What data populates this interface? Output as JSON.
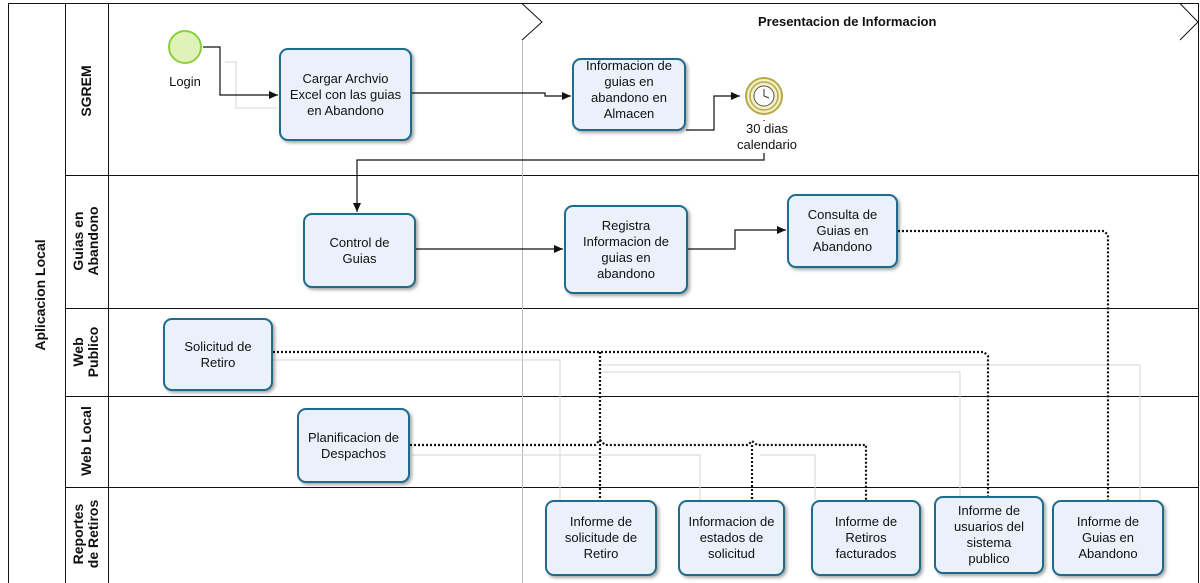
{
  "pool": {
    "label": "Aplicacion Local"
  },
  "lanes": [
    {
      "id": "sgrem",
      "label": "SGREM"
    },
    {
      "id": "guias",
      "label": "Guias en\nAbandono"
    },
    {
      "id": "webpub",
      "label": "Web\nPublico"
    },
    {
      "id": "weblocal",
      "label": "Web Local"
    },
    {
      "id": "reportes",
      "label": "Reportes\nde Retiros"
    }
  ],
  "phase": {
    "title": "Presentacion de Informacion"
  },
  "start_event": {
    "label": "Login"
  },
  "timer_event": {
    "label": "30 dias\ncalendario"
  },
  "tasks": {
    "cargar": "Cargar Archvio\nExcel con las guias\nen Abandono",
    "informacion_almacen": "Informacion de\nguias en\nabandono en\nAlmacen",
    "control": "Control de\nGuias",
    "registra": "Registra\nInformacion de\nguias en\nabandono",
    "consulta": "Consulta de\nGuias en\nAbandono",
    "solicitud": "Solicitud de\nRetiro",
    "planificacion": "Planificacion de\nDespachos",
    "informe_solicitude": "Informe de\nsolicitude de\nRetiro",
    "informacion_estados": "Informacion de\nestados de\nsolicitud",
    "informe_retiros": "Informe de\nRetiros\nfacturados",
    "informe_usuarios": "Informe de\nusuarios del\nsistema\npublico",
    "informe_guias": "Informe de\nGuias en\nAbandono"
  },
  "colors": {
    "task_border": "#1e6b8c",
    "task_fill": "#eaf1fb",
    "start_event": "#8ccf3f",
    "timer_event": "#b8a94a",
    "gear": "#2b8fd1"
  }
}
